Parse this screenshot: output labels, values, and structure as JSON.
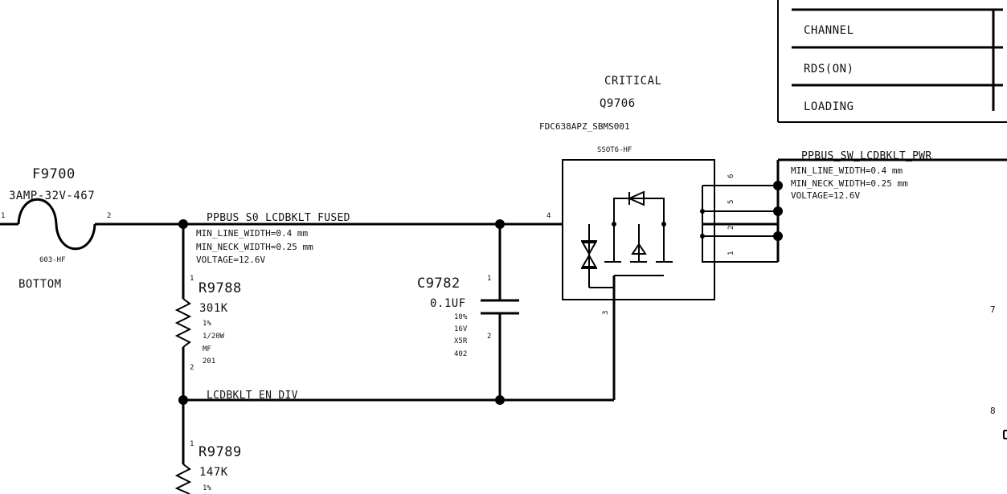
{
  "fuse": {
    "ref": "F9700",
    "value": "3AMP-32V-467",
    "package": "603-HF",
    "side": "BOTTOM",
    "pin1": "1",
    "pin2": "2"
  },
  "net_fused": {
    "name": "PPBUS_S0_LCDBKLT_FUSED",
    "min_line_width": "MIN_LINE_WIDTH=0.4 mm",
    "min_neck_width": "MIN_NECK_WIDTH=0.25 mm",
    "voltage": "VOLTAGE=12.6V"
  },
  "r9788": {
    "ref": "R9788",
    "value": "301K",
    "tolerance": "1%",
    "power": "1/20W",
    "type": "MF",
    "size": "201",
    "pin1": "1",
    "pin2": "2"
  },
  "c9782": {
    "ref": "C9782",
    "value": "0.1UF",
    "tolerance": "10%",
    "voltage": "16V",
    "dielectric": "X5R",
    "size": "402",
    "pin1": "1",
    "pin2": "2"
  },
  "q9706": {
    "critical": "CRITICAL",
    "ref": "Q9706",
    "part": "FDC638APZ_SBMS001",
    "package": "SSOT6-HF",
    "pin_gate": "4",
    "pin_source": "3",
    "pin6": "6",
    "pin5": "5",
    "pin2": "2",
    "pin1": "1"
  },
  "net_div": {
    "name": "LCDBKLT_EN_DIV"
  },
  "r9789": {
    "ref": "R9789",
    "value": "147K",
    "tolerance": "1%",
    "pin1": "1"
  },
  "net_sw": {
    "name": "PPBUS_SW_LCDBKLT_PWR",
    "min_line_width": "MIN_LINE_WIDTH=0.4 mm",
    "min_neck_width": "MIN_NECK_WIDTH=0.25 mm",
    "voltage": "VOLTAGE=12.6V"
  },
  "table": {
    "rows": [
      "CHANNEL",
      "RDS(ON)",
      "LOADING"
    ]
  },
  "zone_markers": [
    "7",
    "8"
  ]
}
